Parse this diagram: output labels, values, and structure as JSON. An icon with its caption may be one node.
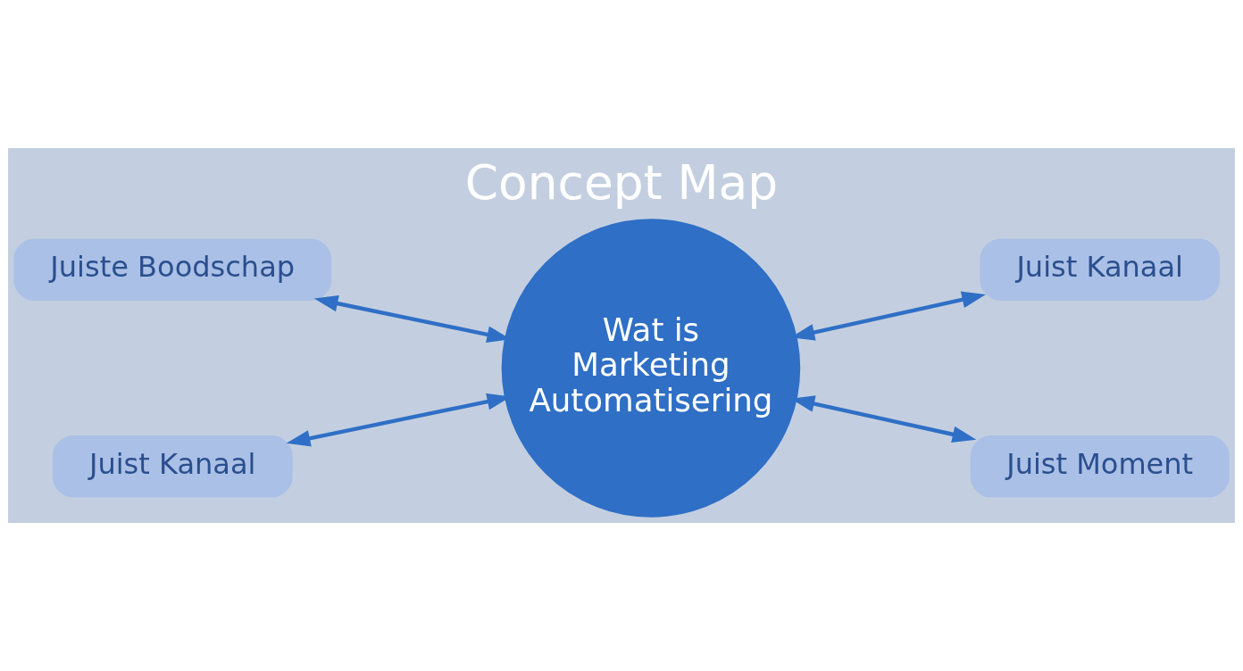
{
  "diagram": {
    "title": "Concept Map",
    "nodes": [
      {
        "text": [
          "Wat is Marketing Automatisering"
        ]
      },
      {
        "text": [
          "Juiste Boodschap"
        ]
      },
      {
        "text": [
          "Juist Kanaal"
        ]
      },
      {
        "text": [
          "Juist Kanaal"
        ]
      },
      {
        "text": [
          "Juist Moment"
        ]
      }
    ],
    "edges": [
      {
        "from": 1,
        "to": 0,
        "arrow": "both"
      },
      {
        "from": 0,
        "to": 2,
        "arrow": "both"
      },
      {
        "from": 3,
        "to": 0,
        "arrow": "both"
      },
      {
        "from": 0,
        "to": 4,
        "arrow": "both"
      }
    ]
  }
}
